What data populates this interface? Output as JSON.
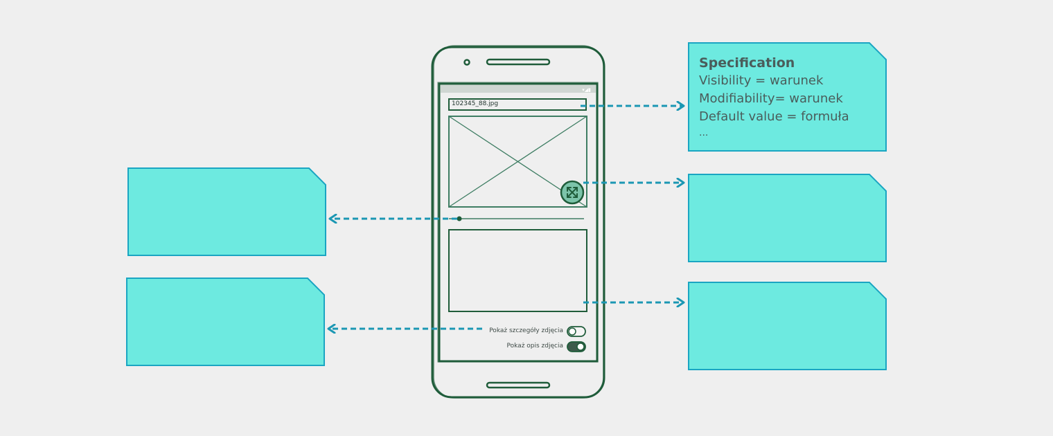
{
  "colors": {
    "background": "#efefef",
    "note_fill": "#6deae0",
    "note_stroke": "#1aa5c2",
    "arrow": "#1b97b3",
    "phone_stroke": "#1f5c3a",
    "wireframe_stroke": "#3e7d63"
  },
  "phone": {
    "filename": "102345_88.jpg",
    "toggle_details_label": "Pokaż szczegóły zdjęcia",
    "toggle_description_label": "Pokaż opis zdjęcia",
    "toggle_details_on": false,
    "toggle_description_on": true,
    "fullscreen_icon": "expand-arrows-icon"
  },
  "spec_note": {
    "title": "Specification",
    "lines": [
      "Visibility = warunek",
      "Modifiability= warunek",
      "Default value = formuła",
      "..."
    ]
  }
}
